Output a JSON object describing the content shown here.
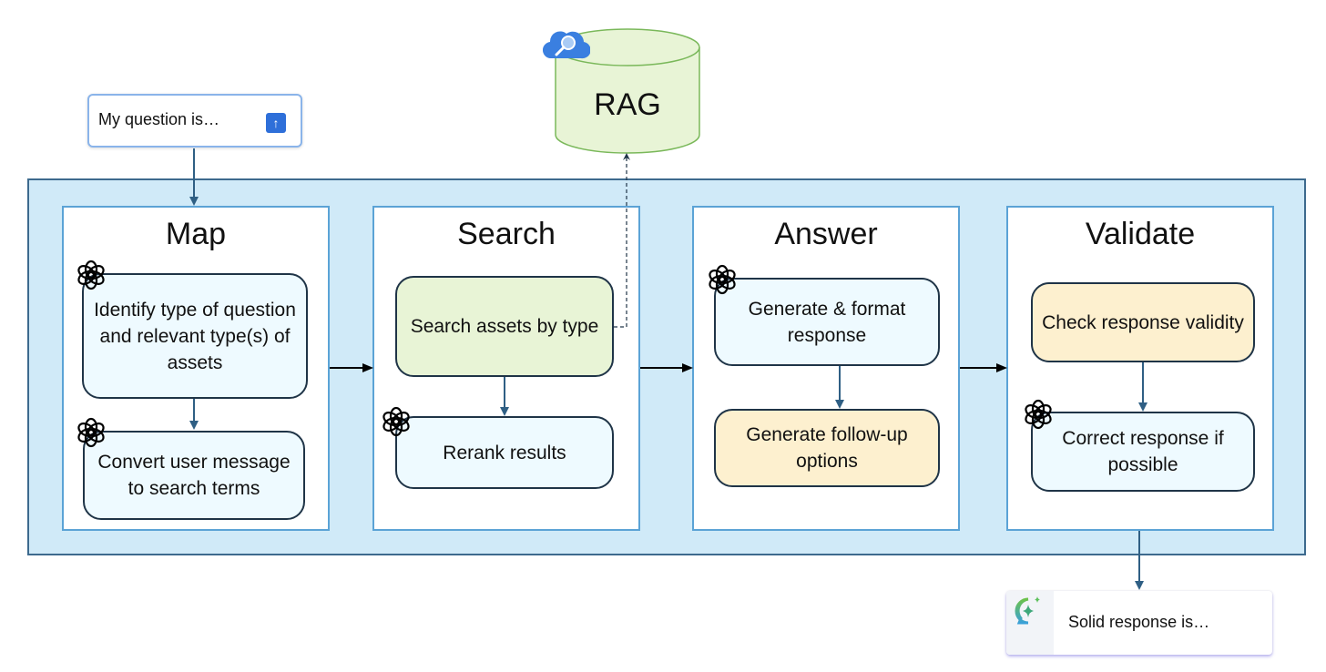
{
  "input": {
    "text": "My question is…",
    "send_icon": "arrow-up-icon"
  },
  "rag": {
    "label": "RAG",
    "icon": "cloud-search-icon"
  },
  "stages": [
    {
      "title": "Map",
      "steps": [
        {
          "label": "Identify type of question and relevant type(s) of assets",
          "kind": "llm"
        },
        {
          "label": "Convert user message to search terms",
          "kind": "llm"
        }
      ]
    },
    {
      "title": "Search",
      "steps": [
        {
          "label": "Search assets by type",
          "kind": "retrieval"
        },
        {
          "label": "Rerank results",
          "kind": "llm"
        }
      ]
    },
    {
      "title": "Answer",
      "steps": [
        {
          "label": "Generate & format response",
          "kind": "llm"
        },
        {
          "label": "Generate follow-up options",
          "kind": "rule"
        }
      ]
    },
    {
      "title": "Validate",
      "steps": [
        {
          "label": "Check response validity",
          "kind": "rule"
        },
        {
          "label": "Correct response if possible",
          "kind": "llm"
        }
      ]
    }
  ],
  "output": {
    "text": "Solid response is…",
    "icon": "sparkle-chat-icon"
  },
  "colors": {
    "container_fill": "#d0eaf8",
    "container_border": "#3d6a8e",
    "stage_border": "#5ba3d6",
    "llm_fill": "#eefaff",
    "retrieval_fill": "#e8f4d6",
    "rule_fill": "#fdf0cf",
    "arrow": "#2f5f84"
  }
}
